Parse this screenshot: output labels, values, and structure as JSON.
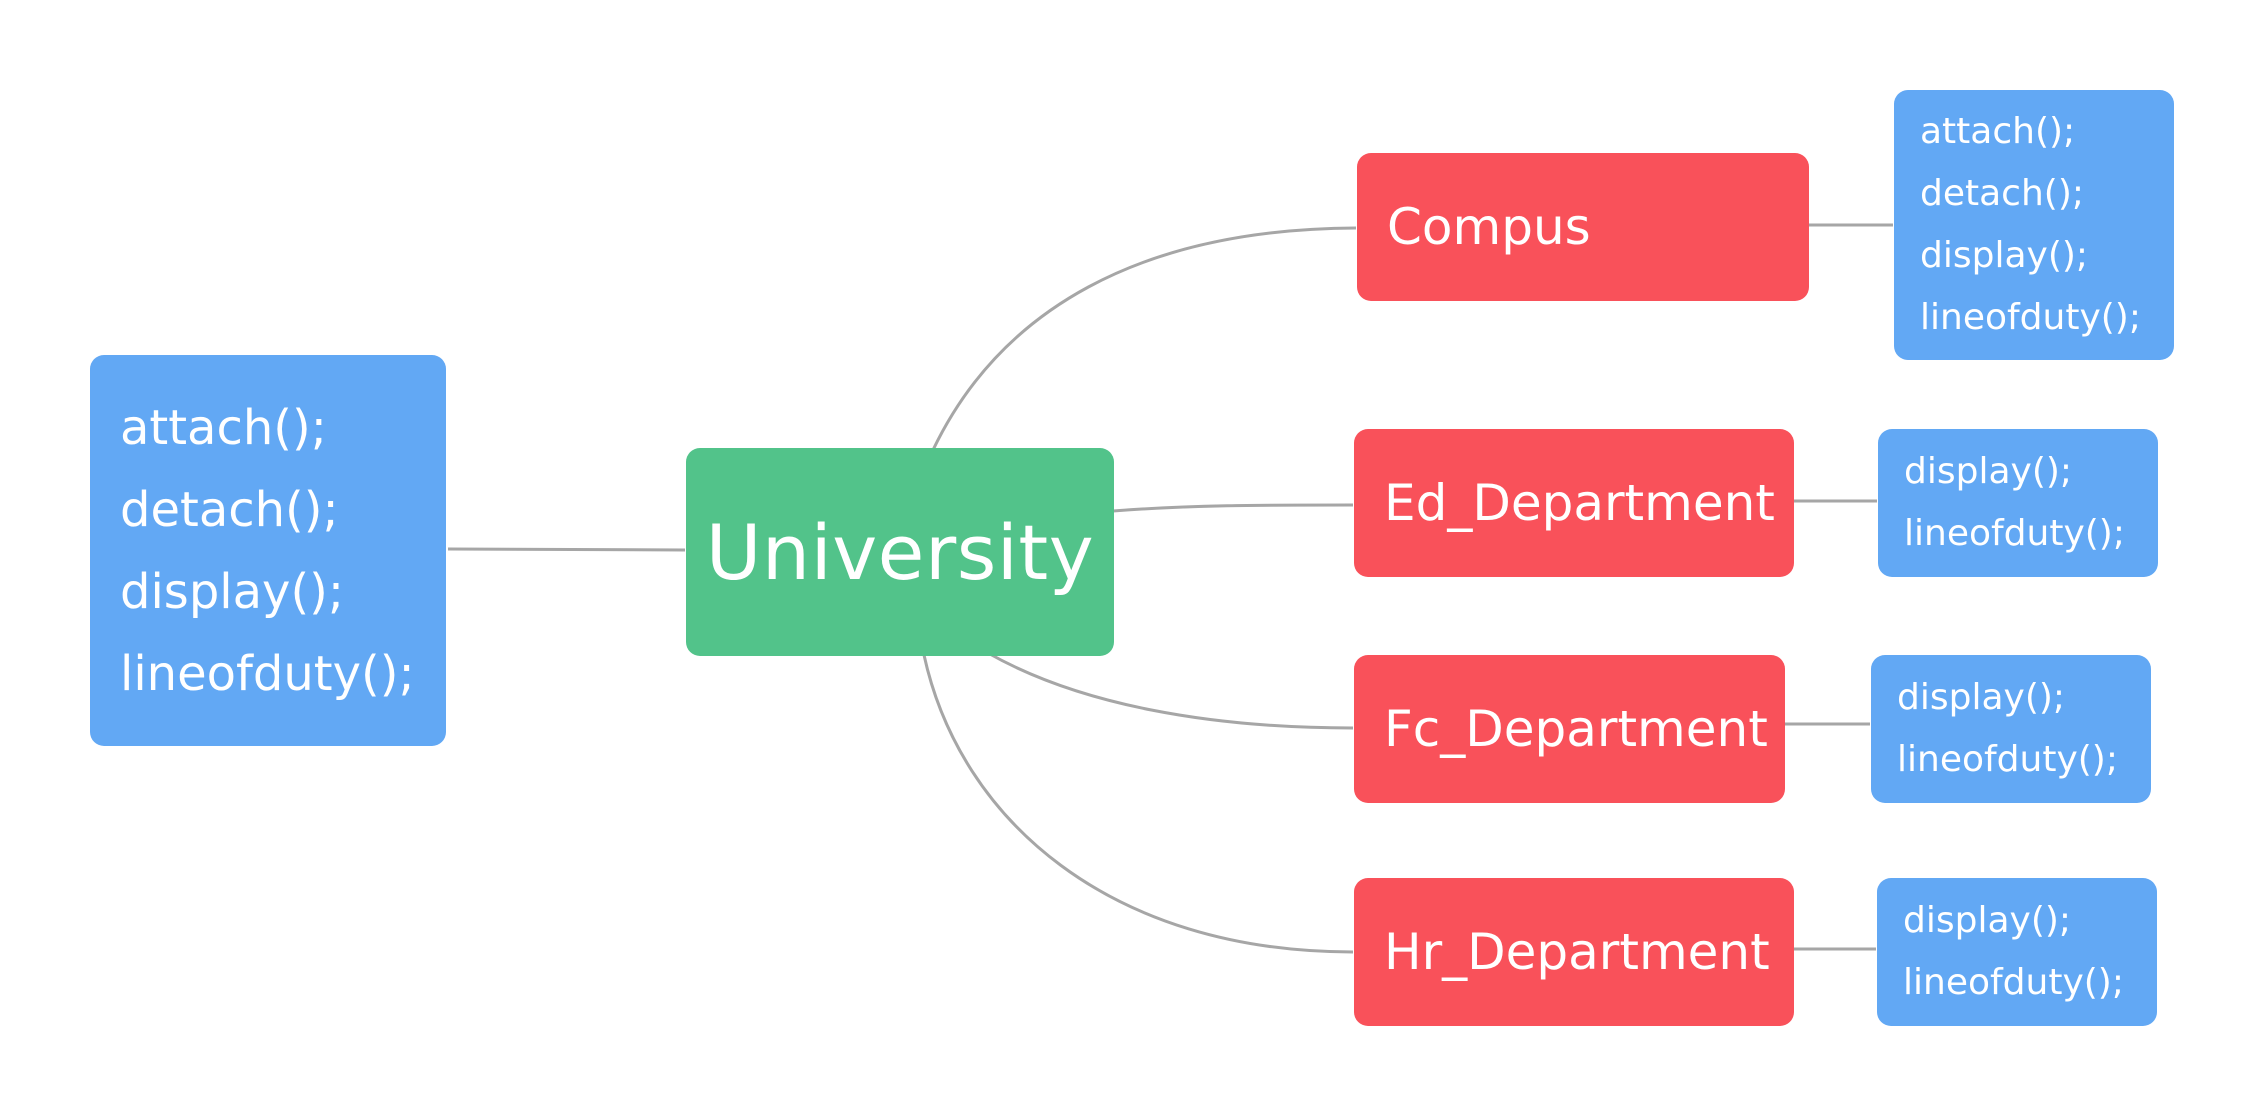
{
  "root": {
    "label": "University",
    "color": "#52c38a"
  },
  "root_methods": {
    "color": "#62a8f4",
    "items": [
      "attach();",
      "detach();",
      "display();",
      "lineofduty();"
    ]
  },
  "branches": [
    {
      "label": "Compus",
      "color": "#f9515a",
      "methods": [
        "attach();",
        "detach();",
        "display();",
        "lineofduty();"
      ]
    },
    {
      "label": "Ed_Department",
      "color": "#f9515a",
      "methods": [
        "display();",
        "lineofduty();"
      ]
    },
    {
      "label": "Fc_Department",
      "color": "#f9515a",
      "methods": [
        "display();",
        "lineofduty();"
      ]
    },
    {
      "label": "Hr_Department",
      "color": "#f9515a",
      "methods": [
        "display();",
        "lineofduty();"
      ]
    }
  ],
  "connector_color": "#a6a6a6"
}
